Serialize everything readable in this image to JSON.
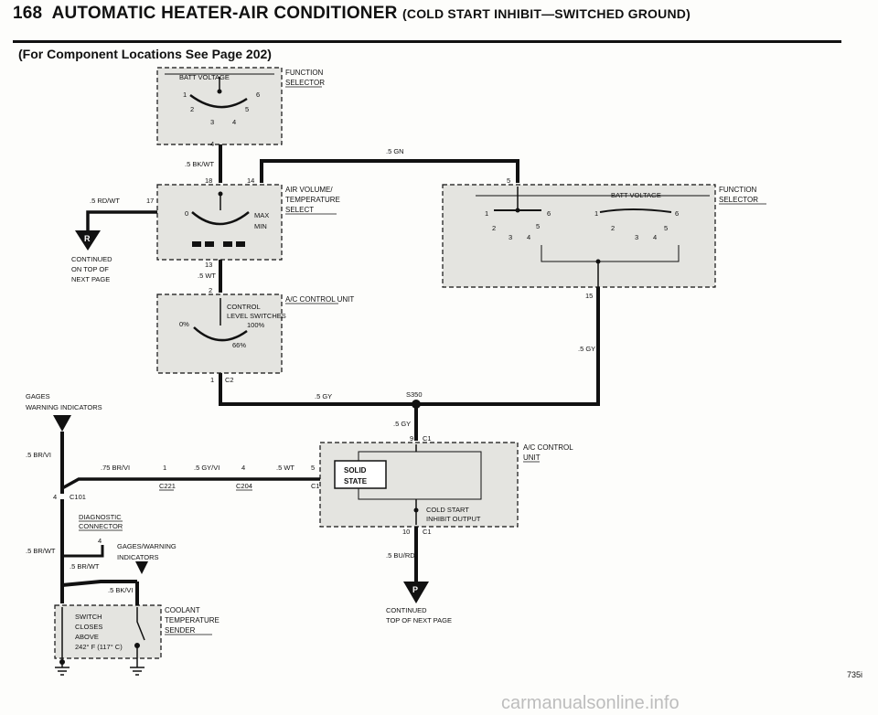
{
  "header": {
    "page_number": "168",
    "title": "AUTOMATIC HEATER-AIR CONDITIONER",
    "subtitle": "(COLD START INHIBIT—SWITCHED GROUND)",
    "component_note": "(For Component Locations See Page 202)"
  },
  "components": {
    "function_selector_left": {
      "line1": "FUNCTION",
      "line2": "SELECTOR",
      "inner": "BATT VOLTAGE",
      "p1": "1",
      "p2": "2",
      "p3": "3",
      "p4": "4",
      "p5": "5",
      "p6": "6"
    },
    "air_volume": {
      "line1": "AIR VOLUME/",
      "line2": "TEMPERATURE",
      "line3": "SELECT",
      "max": "MAX",
      "min": "MIN",
      "p0": "0"
    },
    "ac_control_unit_top": {
      "label": "A/C CONTROL UNIT",
      "inner1": "CONTROL",
      "inner2": "LEVEL SWITCHES",
      "pct0": "0%",
      "pct100": "100%",
      "pct66": "66%"
    },
    "function_selector_right": {
      "line1": "FUNCTION",
      "line2": "SELECTOR",
      "inner": "BATT VOLTAGE",
      "p1": "1",
      "p2": "2",
      "p3": "3",
      "p4": "4",
      "p5": "5",
      "p6": "6"
    },
    "ac_control_unit_bottom": {
      "line1": "A/C CONTROL",
      "line2": "UNIT",
      "solid1": "SOLID",
      "solid2": "STATE",
      "out1": "COLD START",
      "out2": "INHIBIT OUTPUT"
    },
    "coolant_sender": {
      "line1": "COOLANT",
      "line2": "TEMPERATURE",
      "line3": "SENDER",
      "sw1": "SWITCH",
      "sw2": "CLOSES",
      "sw3": "ABOVE",
      "sw4": "242° F (117° C)"
    }
  },
  "wires": {
    "gn": ".5 GN",
    "bkwt": ".5 BK/WT",
    "rdwt": ".5 RD/WT",
    "wt": ".5 WT",
    "gy": ".5 GY",
    "gy_right": ".5 GY",
    "gy_mid": ".5 GY",
    "brvi": ".5 BR/VI",
    "brvi75": ".75 BR/VI",
    "gyvi": ".5 GY/VI",
    "wt2": ".5 WT",
    "brwt": ".5 BR/WT",
    "brwt2": ".5 BR/WT",
    "bkvi": ".5 BK/VI",
    "burd": ".5 BU/RD"
  },
  "pins": {
    "p4": "4",
    "p18": "18",
    "p14": "14",
    "p17": "17",
    "p13": "13",
    "p2": "2",
    "p1": "1",
    "p5": "5",
    "p15": "15",
    "p9": "9",
    "p10": "10",
    "p1b": "1",
    "p4b": "4",
    "p5b": "5",
    "p4c": "4",
    "p4d": "4"
  },
  "connectors": {
    "c2": "C2",
    "s350": "S350",
    "c1_top": "C1",
    "c1_bot": "C1",
    "c101": "C101",
    "c221": "C221",
    "c204": "C204",
    "c1_left": "C1"
  },
  "references": {
    "r_letter": "R",
    "r_line1": "CONTINUED",
    "r_line2": "ON TOP OF",
    "r_line3": "NEXT PAGE",
    "p_letter": "P",
    "p_line1": "CONTINUED",
    "p_line2": "TOP OF NEXT PAGE",
    "gages1": "GAGES",
    "gages2": "WARNING INDICATORS",
    "diag1": "DIAGNOSTIC",
    "diag2": "CONNECTOR",
    "gw1": "GAGES/WARNING",
    "gw2": "INDICATORS"
  },
  "footer": {
    "code": "735i",
    "watermark": "carmanualsonline.info"
  }
}
